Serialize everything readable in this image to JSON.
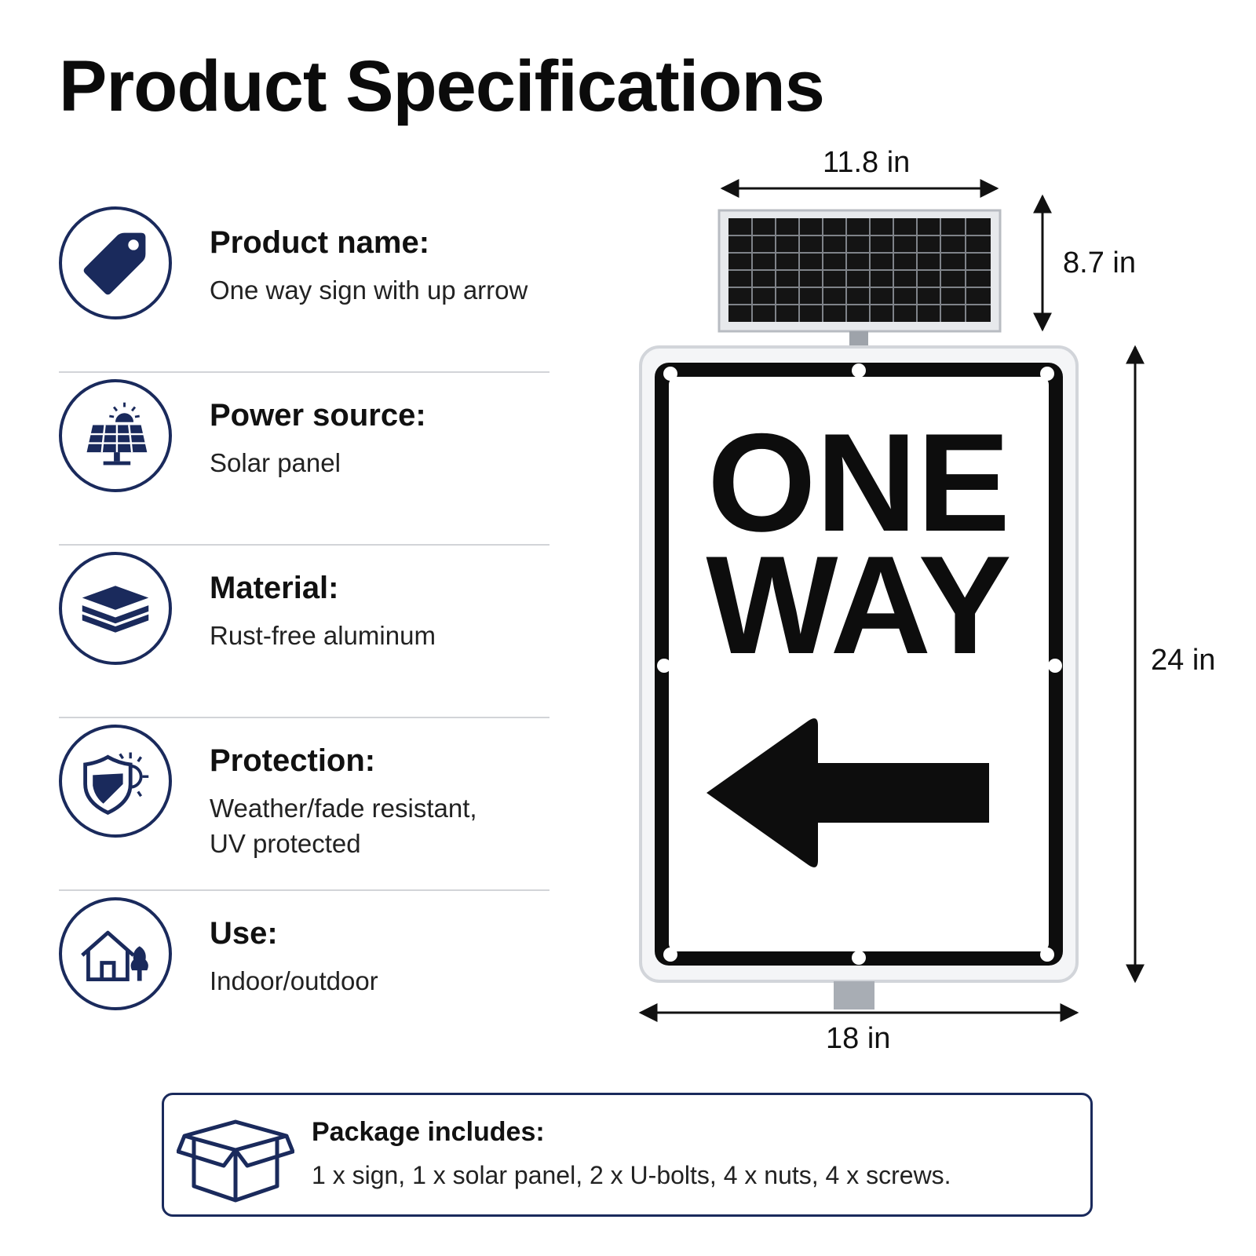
{
  "page": {
    "title": "Product Specifications"
  },
  "specs": [
    {
      "icon": "price-tag-icon",
      "label": "Product name:",
      "value": "One way sign with up arrow"
    },
    {
      "icon": "solar-panel-icon",
      "label": "Power source:",
      "value": "Solar panel"
    },
    {
      "icon": "layers-icon",
      "label": "Material:",
      "value": "Rust-free aluminum"
    },
    {
      "icon": "shield-sun-icon",
      "label": "Protection:",
      "value": "Weather/fade resistant,\nUV protected"
    },
    {
      "icon": "house-tree-icon",
      "label": "Use:",
      "value": "Indoor/outdoor"
    }
  ],
  "dimensions": {
    "panel_width": "11.8 in",
    "panel_height": "8.7 in",
    "sign_height": "24 in",
    "sign_width": "18 in"
  },
  "sign": {
    "line1": "ONE",
    "line2": "WAY",
    "arrow_icon": "left-arrow-icon"
  },
  "package": {
    "icon": "box-icon",
    "label": "Package includes:",
    "value": "1 x sign,  1 x solar panel, 2 x U-bolts, 4 x nuts, 4 x screws."
  },
  "colors": {
    "accent": "#1a2a5c",
    "divider": "#d2d4d8",
    "sign_border": "#0d0d0d"
  }
}
